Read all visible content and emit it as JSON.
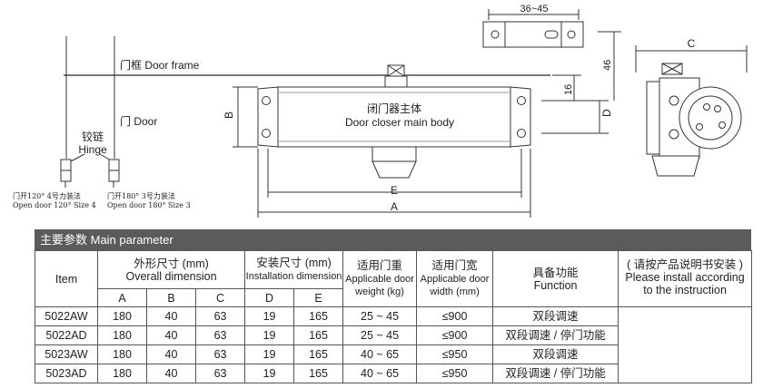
{
  "diagram": {
    "door_frame_label": "门框 Door frame",
    "door_label": "门 Door",
    "hinge_label_cn": "铰链",
    "hinge_label_en": "Hinge",
    "note_left_cn": "门开120° 4号力装法",
    "note_left_en": "Open door 120° Size 4",
    "note_right_cn": "门开180° 3号力装法",
    "note_right_en": "Open door 180° Size 3",
    "body_label_cn": "闭门器主体",
    "body_label_en": "Door closer main body",
    "dim_top": "36~45",
    "dim_46": "46",
    "dim_16": "16",
    "dim_A": "A",
    "dim_B": "B",
    "dim_C": "C",
    "dim_D": "D",
    "dim_E": "E"
  },
  "table": {
    "title": "主要参数  Main parameter",
    "col_item": "Item",
    "overall_cn": "外形尺寸 (mm)",
    "overall_en": "Overall dimension",
    "install_cn": "安装尺寸 (mm)",
    "install_en": "Installation dimension",
    "weight_cn": "适用门重",
    "weight_en1": "Applicable door",
    "weight_en2": "weight (kg)",
    "width_cn": "适用门宽",
    "width_en1": "Applicable door",
    "width_en2": "width (mm)",
    "function_cn": "具备功能",
    "function_en": "Function",
    "note_cn": "( 请按产品说明书安装 )",
    "note_en1": "Please install according",
    "note_en2": "to the instruction",
    "sub_A": "A",
    "sub_B": "B",
    "sub_C": "C",
    "sub_D": "D",
    "sub_E": "E",
    "rows": [
      {
        "item": "5022AW",
        "a": "180",
        "b": "40",
        "c": "63",
        "d": "19",
        "e": "165",
        "weight": "25 ~ 45",
        "width": "≤900",
        "function": "双段调速"
      },
      {
        "item": "5022AD",
        "a": "180",
        "b": "40",
        "c": "63",
        "d": "19",
        "e": "165",
        "weight": "25 ~ 45",
        "width": "≤900",
        "function": "双段调速 / 停门功能"
      },
      {
        "item": "5023AW",
        "a": "180",
        "b": "40",
        "c": "63",
        "d": "19",
        "e": "165",
        "weight": "40 ~ 65",
        "width": "≤950",
        "function": "双段调速"
      },
      {
        "item": "5023AD",
        "a": "180",
        "b": "40",
        "c": "63",
        "d": "19",
        "e": "165",
        "weight": "40 ~ 65",
        "width": "≤950",
        "function": "双段调速 / 停门功能"
      }
    ]
  }
}
